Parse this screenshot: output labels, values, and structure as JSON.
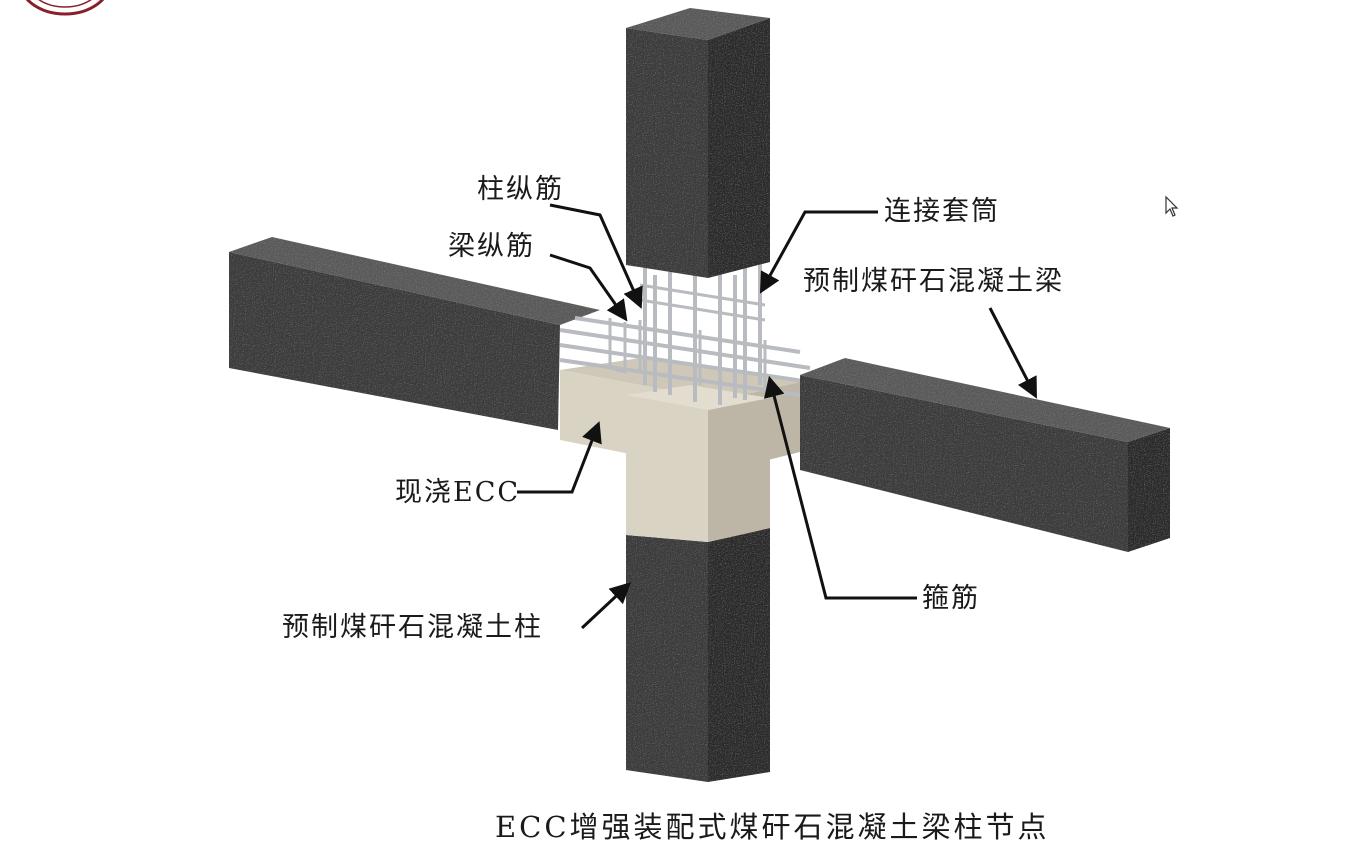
{
  "labels": {
    "column_longitudinal_rebar": "柱纵筋",
    "beam_longitudinal_rebar": "梁纵筋",
    "connection_sleeve": "连接套筒",
    "precast_beam": "预制煤矸石混凝土梁",
    "cast_in_place_ecc": "现浇ECC",
    "stirrup": "箍筋",
    "precast_column": "预制煤矸石混凝土柱"
  },
  "caption": "ECC增强装配式煤矸石混凝土梁柱节点",
  "colors": {
    "concrete_front": "#3c3c3c",
    "concrete_side": "#2a2a2a",
    "concrete_top": "#5a5a5a",
    "ecc_front": "#d9d3c4",
    "ecc_side": "#bdb6a6",
    "ecc_top": "#cfc8b8",
    "rebar": "#b8bcc0",
    "logo_red": "#8a1e2b"
  },
  "icons": {
    "logo": "university-seal-icon",
    "cursor": "mouse-pointer-icon"
  }
}
